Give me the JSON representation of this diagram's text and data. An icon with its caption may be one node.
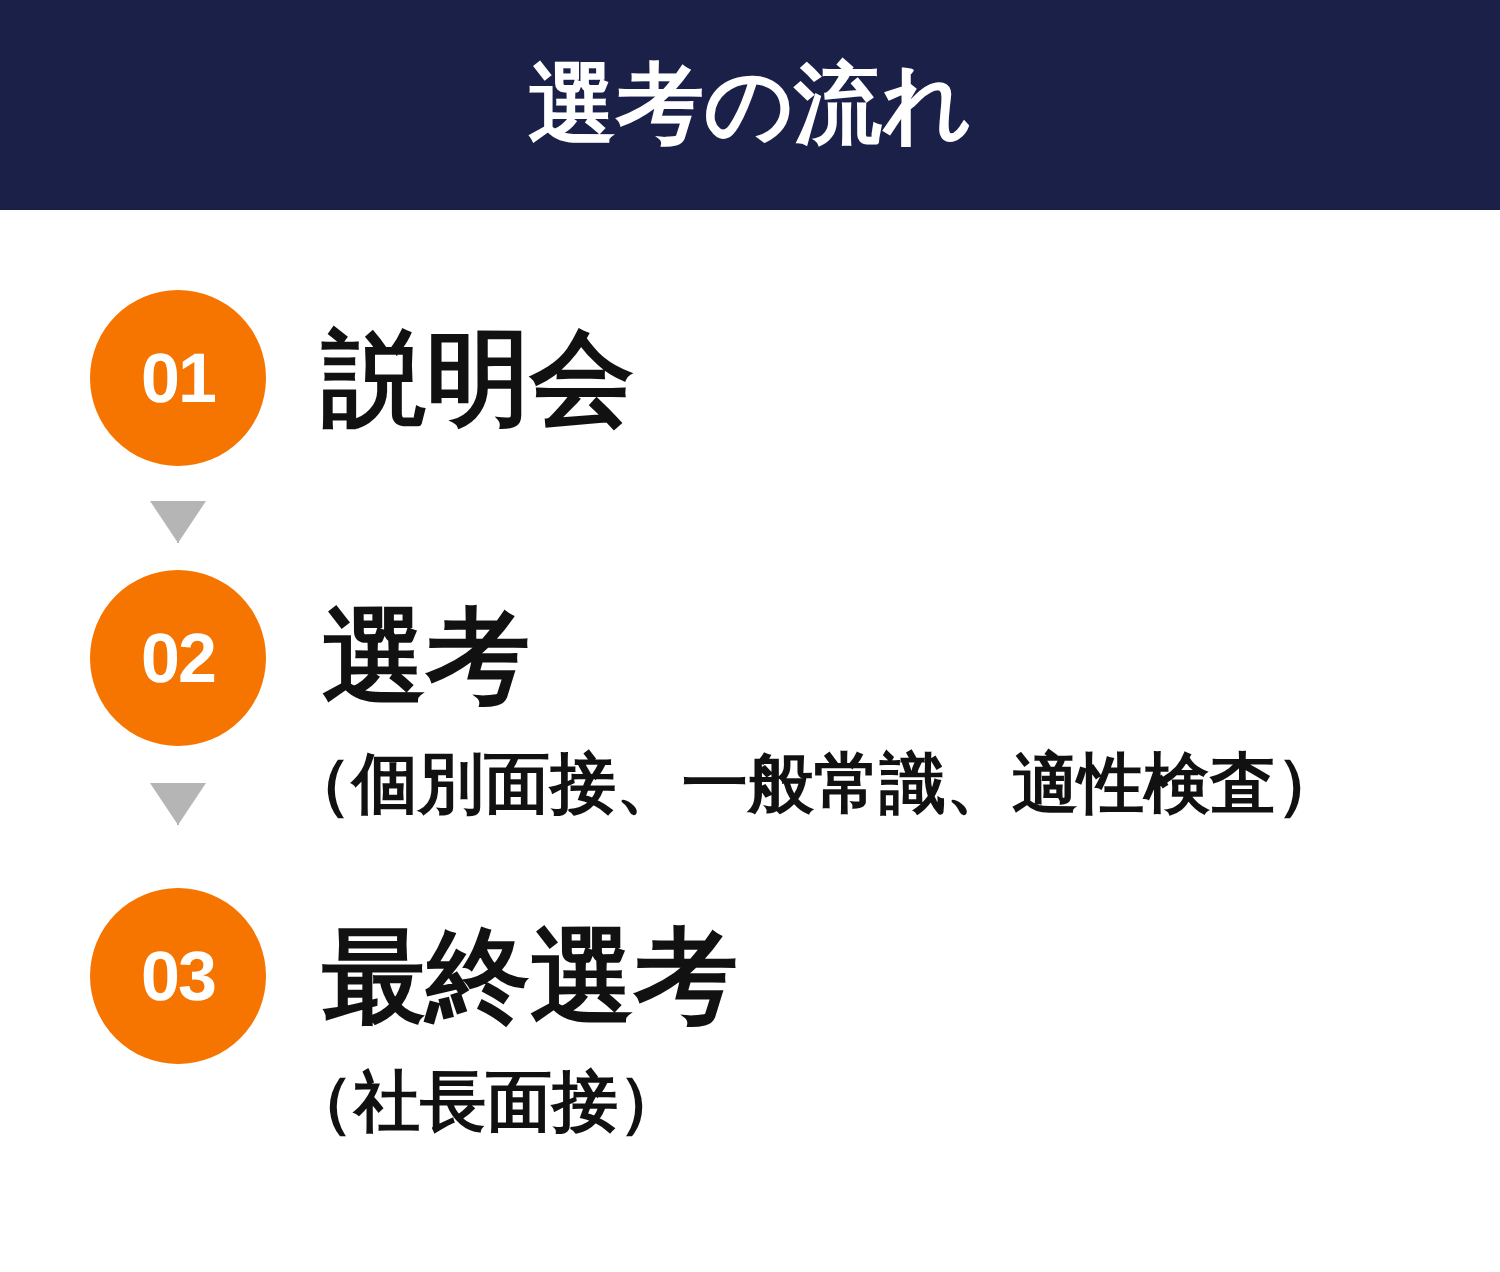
{
  "diagram": {
    "title": "選考の流れ",
    "nodes": [
      {
        "text": [
          "01"
        ],
        "beside": [
          "説明会"
        ]
      },
      {
        "text": [
          "02"
        ],
        "beside": [
          "選考",
          "（個別面接、一般常識、適性検査）"
        ]
      },
      {
        "text": [
          "03"
        ],
        "beside": [
          "最終選考",
          "（社長面接）"
        ]
      }
    ],
    "edges": [
      {
        "from": 0,
        "to": 1,
        "arrow": "to"
      },
      {
        "from": 1,
        "to": 2,
        "arrow": "to"
      }
    ]
  }
}
